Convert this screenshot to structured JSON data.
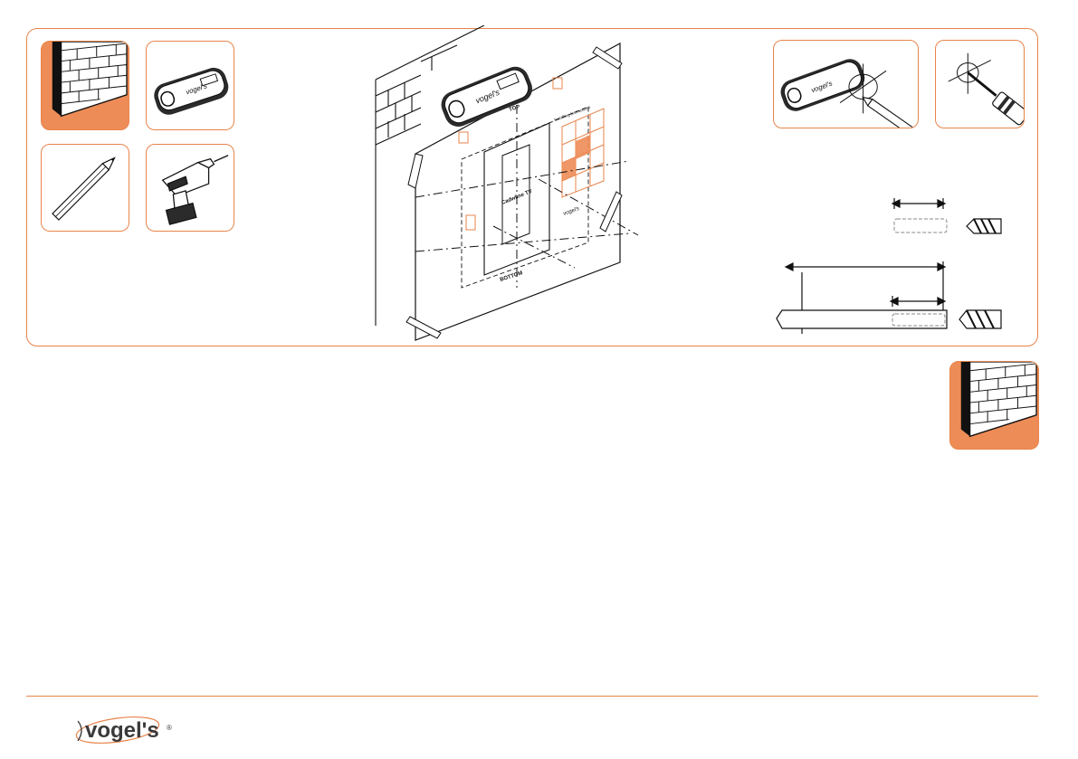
{
  "page": {
    "description_free": true
  },
  "step": {
    "tools": [
      {
        "name": "brick-wall-icon",
        "highlighted": true
      },
      {
        "name": "stud-finder-icon",
        "highlighted": false
      },
      {
        "name": "pencil-icon",
        "highlighted": false
      },
      {
        "name": "drill-icon",
        "highlighted": false
      }
    ],
    "template": {
      "top_label": "TOP",
      "bottom_label": "BOTTOM",
      "model_label": "Cadwline TV",
      "brand_mark": "vogel's",
      "side_text": "Installing Instructions"
    },
    "stud_finder_brand": "vogel's"
  },
  "footer": {
    "brand": "vogel's",
    "brand_symbol": "®"
  },
  "colors": {
    "accent": "#e8844a",
    "line": "#1a1a1a"
  }
}
